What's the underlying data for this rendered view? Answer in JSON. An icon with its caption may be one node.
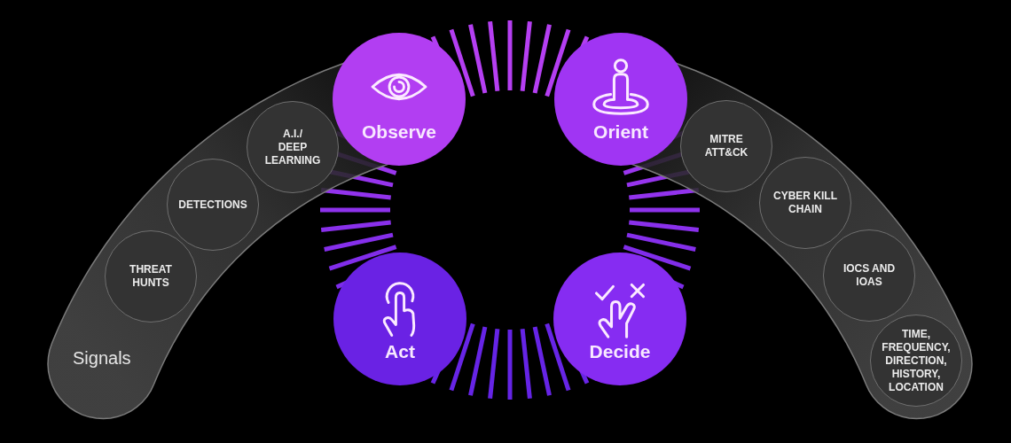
{
  "diagram": {
    "nodes": [
      {
        "text": [
          "Signals"
        ]
      },
      {
        "text": [
          "A.I./ DEEP LEARNING"
        ],
        "in": 0
      },
      {
        "text": [
          "DETECTIONS"
        ],
        "in": 0
      },
      {
        "text": [
          "THREAT HUNTS"
        ],
        "in": 0
      },
      {
        "text": [
          "Observe"
        ]
      },
      {
        "text": [
          "Orient"
        ]
      },
      {
        "text": [
          "Act"
        ]
      },
      {
        "text": [
          "Decide"
        ]
      },
      {
        "text": [],
        "shape": "band"
      },
      {
        "text": [
          "MITRE ATT&CK"
        ],
        "in": 8
      },
      {
        "text": [
          "CYBER KILL CHAIN"
        ],
        "in": 8
      },
      {
        "text": [
          "IOCS AND IOAS"
        ],
        "in": 8
      },
      {
        "text": [
          "TIME, FREQUENCY, DIRECTION, HISTORY, LOCATION"
        ],
        "in": 8
      }
    ]
  }
}
